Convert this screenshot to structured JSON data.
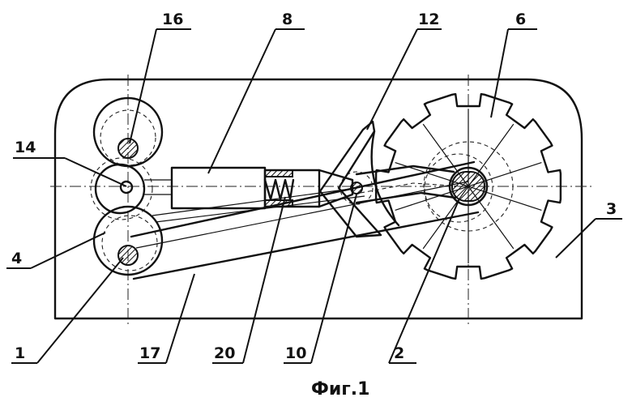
{
  "labels": {
    "l16": "16",
    "l8": "8",
    "l12": "12",
    "l6": "6",
    "l14": "14",
    "l3": "3",
    "l4": "4",
    "l1": "1",
    "l17": "17",
    "l20": "20",
    "l10": "10",
    "l2": "2"
  },
  "caption": "Фиг.1"
}
